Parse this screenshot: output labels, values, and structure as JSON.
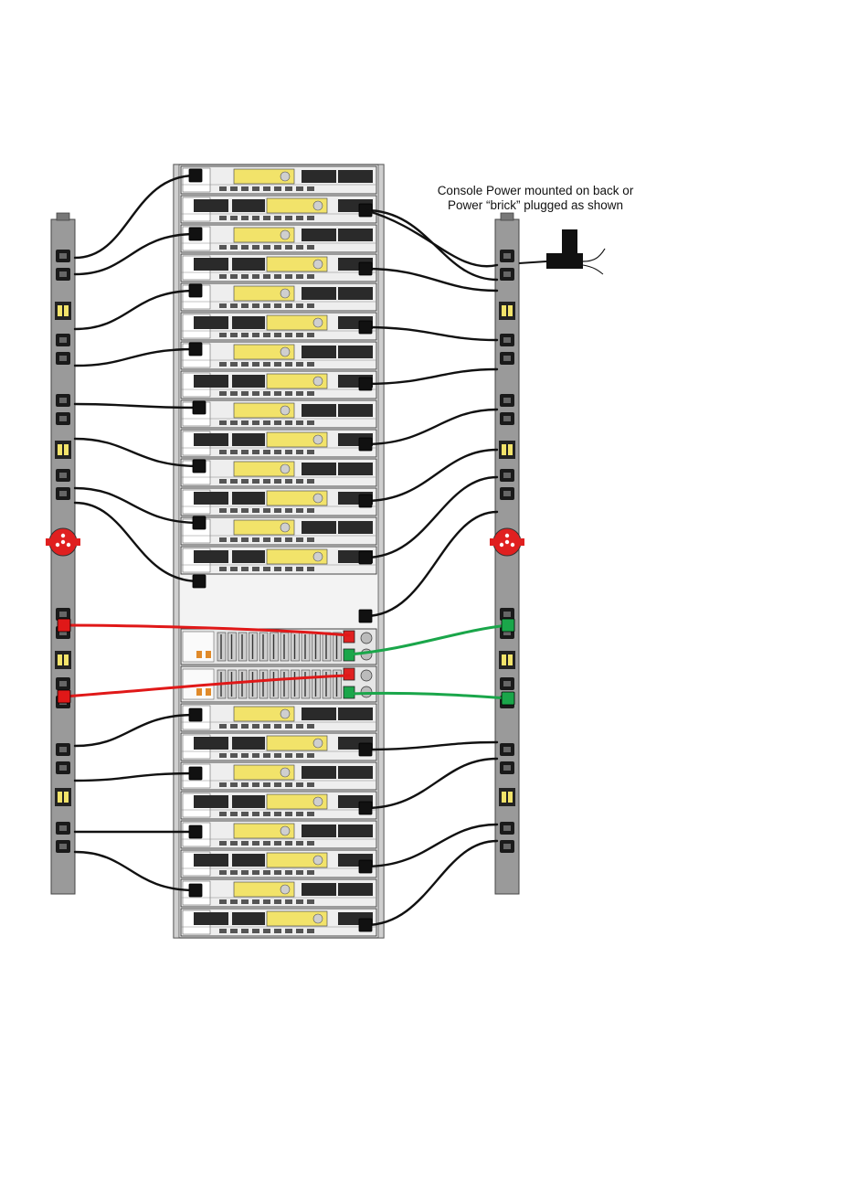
{
  "annotation": {
    "line1": "Console Power mounted on back or",
    "line2": "Power “brick” plugged as shown"
  },
  "rack": {
    "server_count_top": 14,
    "storage_units": 2,
    "server_count_bottom": 8
  },
  "pdu": {
    "left": "power-distribution-unit",
    "right": "power-distribution-unit"
  },
  "colors": {
    "cable": "#111111",
    "pdu_body": "#9a9a9a",
    "server_face": "#eeeeee",
    "psu_yellow": "#f2e36a",
    "storage_feed_left": "#e01818",
    "storage_feed_right": "#1aa64a",
    "inlet_red": "#e02020"
  }
}
